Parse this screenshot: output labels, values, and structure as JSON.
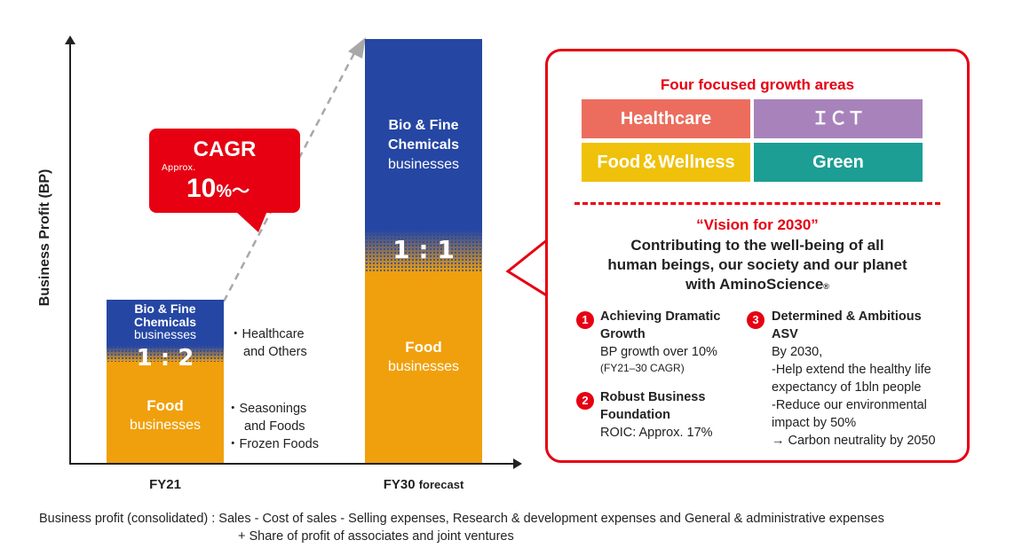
{
  "chart_data": {
    "type": "bar",
    "stacked": true,
    "categories": [
      "FY21",
      "FY30 forecast"
    ],
    "series": [
      {
        "name": "Food businesses",
        "values": [
          2,
          1
        ],
        "color": "#f0a00c"
      },
      {
        "name": "Bio & Fine Chemicals businesses",
        "values": [
          1,
          1
        ],
        "color": "#2546a3"
      }
    ],
    "relative_total": [
      1,
      2.6
    ],
    "ratios": [
      "1 : 2",
      "1 : 1"
    ],
    "ylabel": "Business Profit (BP)",
    "xlabel": "",
    "grid": false
  },
  "axis": {
    "y_label": "Business Profit (BP)",
    "x_fy21": "FY21",
    "x_fy30_main": "FY30",
    "x_fy30_sub": "forecast"
  },
  "bars": {
    "fy21": {
      "blue_line1": "Bio & Fine",
      "blue_line2": "Chemicals",
      "blue_line3": "businesses",
      "ratio": "1 : 2",
      "orange_line1": "Food",
      "orange_line2": "businesses"
    },
    "fy30": {
      "blue_line1": "Bio & Fine",
      "blue_line2": "Chemicals",
      "blue_line3": "businesses",
      "ratio": "1 : 1",
      "orange_line1": "Food",
      "orange_line2": "businesses"
    }
  },
  "notes": {
    "healthcare_1": "・Healthcare",
    "healthcare_2": "and Others",
    "seasonings_1": "・Seasonings",
    "seasonings_2": "and Foods",
    "frozen": "・Frozen Foods"
  },
  "cagr": {
    "title": "CAGR",
    "approx": "Approx.",
    "value": "10",
    "unit": "%～"
  },
  "panel": {
    "growth_title": "Four focused growth areas",
    "tiles": [
      {
        "label": "Healthcare",
        "color": "#ec6d5e"
      },
      {
        "label": "ＩＣＴ",
        "color": "#a883bb"
      },
      {
        "label": "Food＆Wellness",
        "color": "#f0c10a"
      },
      {
        "label": "Green",
        "color": "#1c9e94"
      }
    ],
    "vision_title": "“Vision for 2030”",
    "vision_line1": "Contributing to the well-being of all",
    "vision_line2": "human beings, our society and our planet",
    "vision_line3": "with AminoScience",
    "vision_mark": "®",
    "points": {
      "p1_num": "1",
      "p1_title1": "Achieving Dramatic",
      "p1_title2": "Growth",
      "p1_body1": "BP growth over 10%",
      "p1_body2": "(FY21–30 CAGR)",
      "p2_num": "2",
      "p2_title1": "Robust Business",
      "p2_title2": "Foundation",
      "p2_body1": "ROIC: Approx. 17%",
      "p3_num": "3",
      "p3_title1": "Determined & Ambitious",
      "p3_title2": "ASV",
      "p3_body1": "By 2030,",
      "p3_body2": "-Help extend the healthy life",
      "p3_body3": "expectancy of 1bln people",
      "p3_body4": "-Reduce our environmental",
      "p3_body5": "impact by 50%",
      "p3_body6": "→ Carbon neutrality by 2050"
    }
  },
  "footnote": {
    "line1": "Business profit (consolidated) : Sales - Cost of sales - Selling expenses, Research & development expenses and General & administrative expenses",
    "line2": "+ Share of profit of associates and joint ventures"
  },
  "colors": {
    "accent_red": "#e60012",
    "bio_blue": "#2546a3",
    "food_orange": "#f0a00c"
  }
}
